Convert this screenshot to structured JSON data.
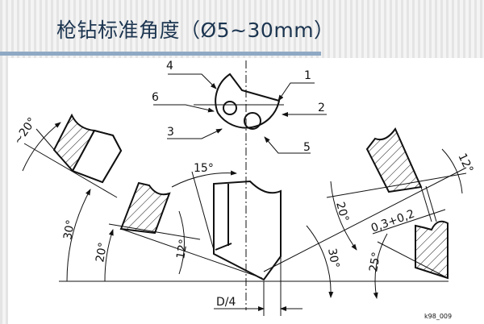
{
  "slide": {
    "title": "枪钻标准角度（Ø5~30mm）"
  },
  "drawing": {
    "callouts": [
      "1",
      "2",
      "3",
      "4",
      "5",
      "6"
    ],
    "angles": {
      "left_top": "~20°",
      "left_30": "30°",
      "left_20": "20°",
      "left_12": "12°",
      "center_15": "15°",
      "right_12": "12°",
      "right_20": "20°",
      "right_30": "30°",
      "right_25": "25°"
    },
    "dimensions": {
      "d4": "D/4",
      "offset": "0,3+0,2"
    },
    "figure_id": "k98_009"
  }
}
